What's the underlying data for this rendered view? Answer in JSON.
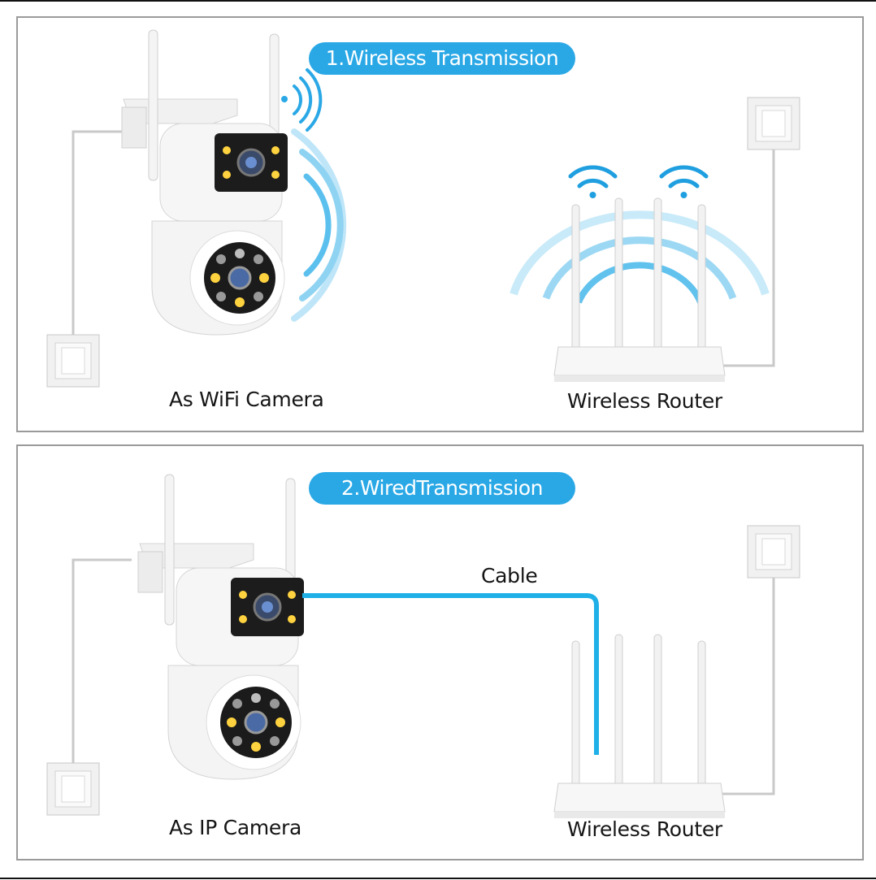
{
  "colors": {
    "accent": "#2aa8e6",
    "cable": "#1fb0e8",
    "panel_border": "#9a9a9a",
    "text": "#151515"
  },
  "panels": [
    {
      "title": "1.Wireless Transmission",
      "device_label": "As WiFi Camera",
      "router_label": "Wireless Router",
      "icons": [
        "camera-icon",
        "signal-waves-icon",
        "wifi-icon",
        "router-icon",
        "power-socket-icon"
      ]
    },
    {
      "title": "2.WiredTransmission",
      "device_label": "As IP Camera",
      "router_label": "Wireless Router",
      "cable_label": "Cable",
      "icons": [
        "camera-icon",
        "router-icon",
        "power-socket-icon"
      ]
    }
  ]
}
